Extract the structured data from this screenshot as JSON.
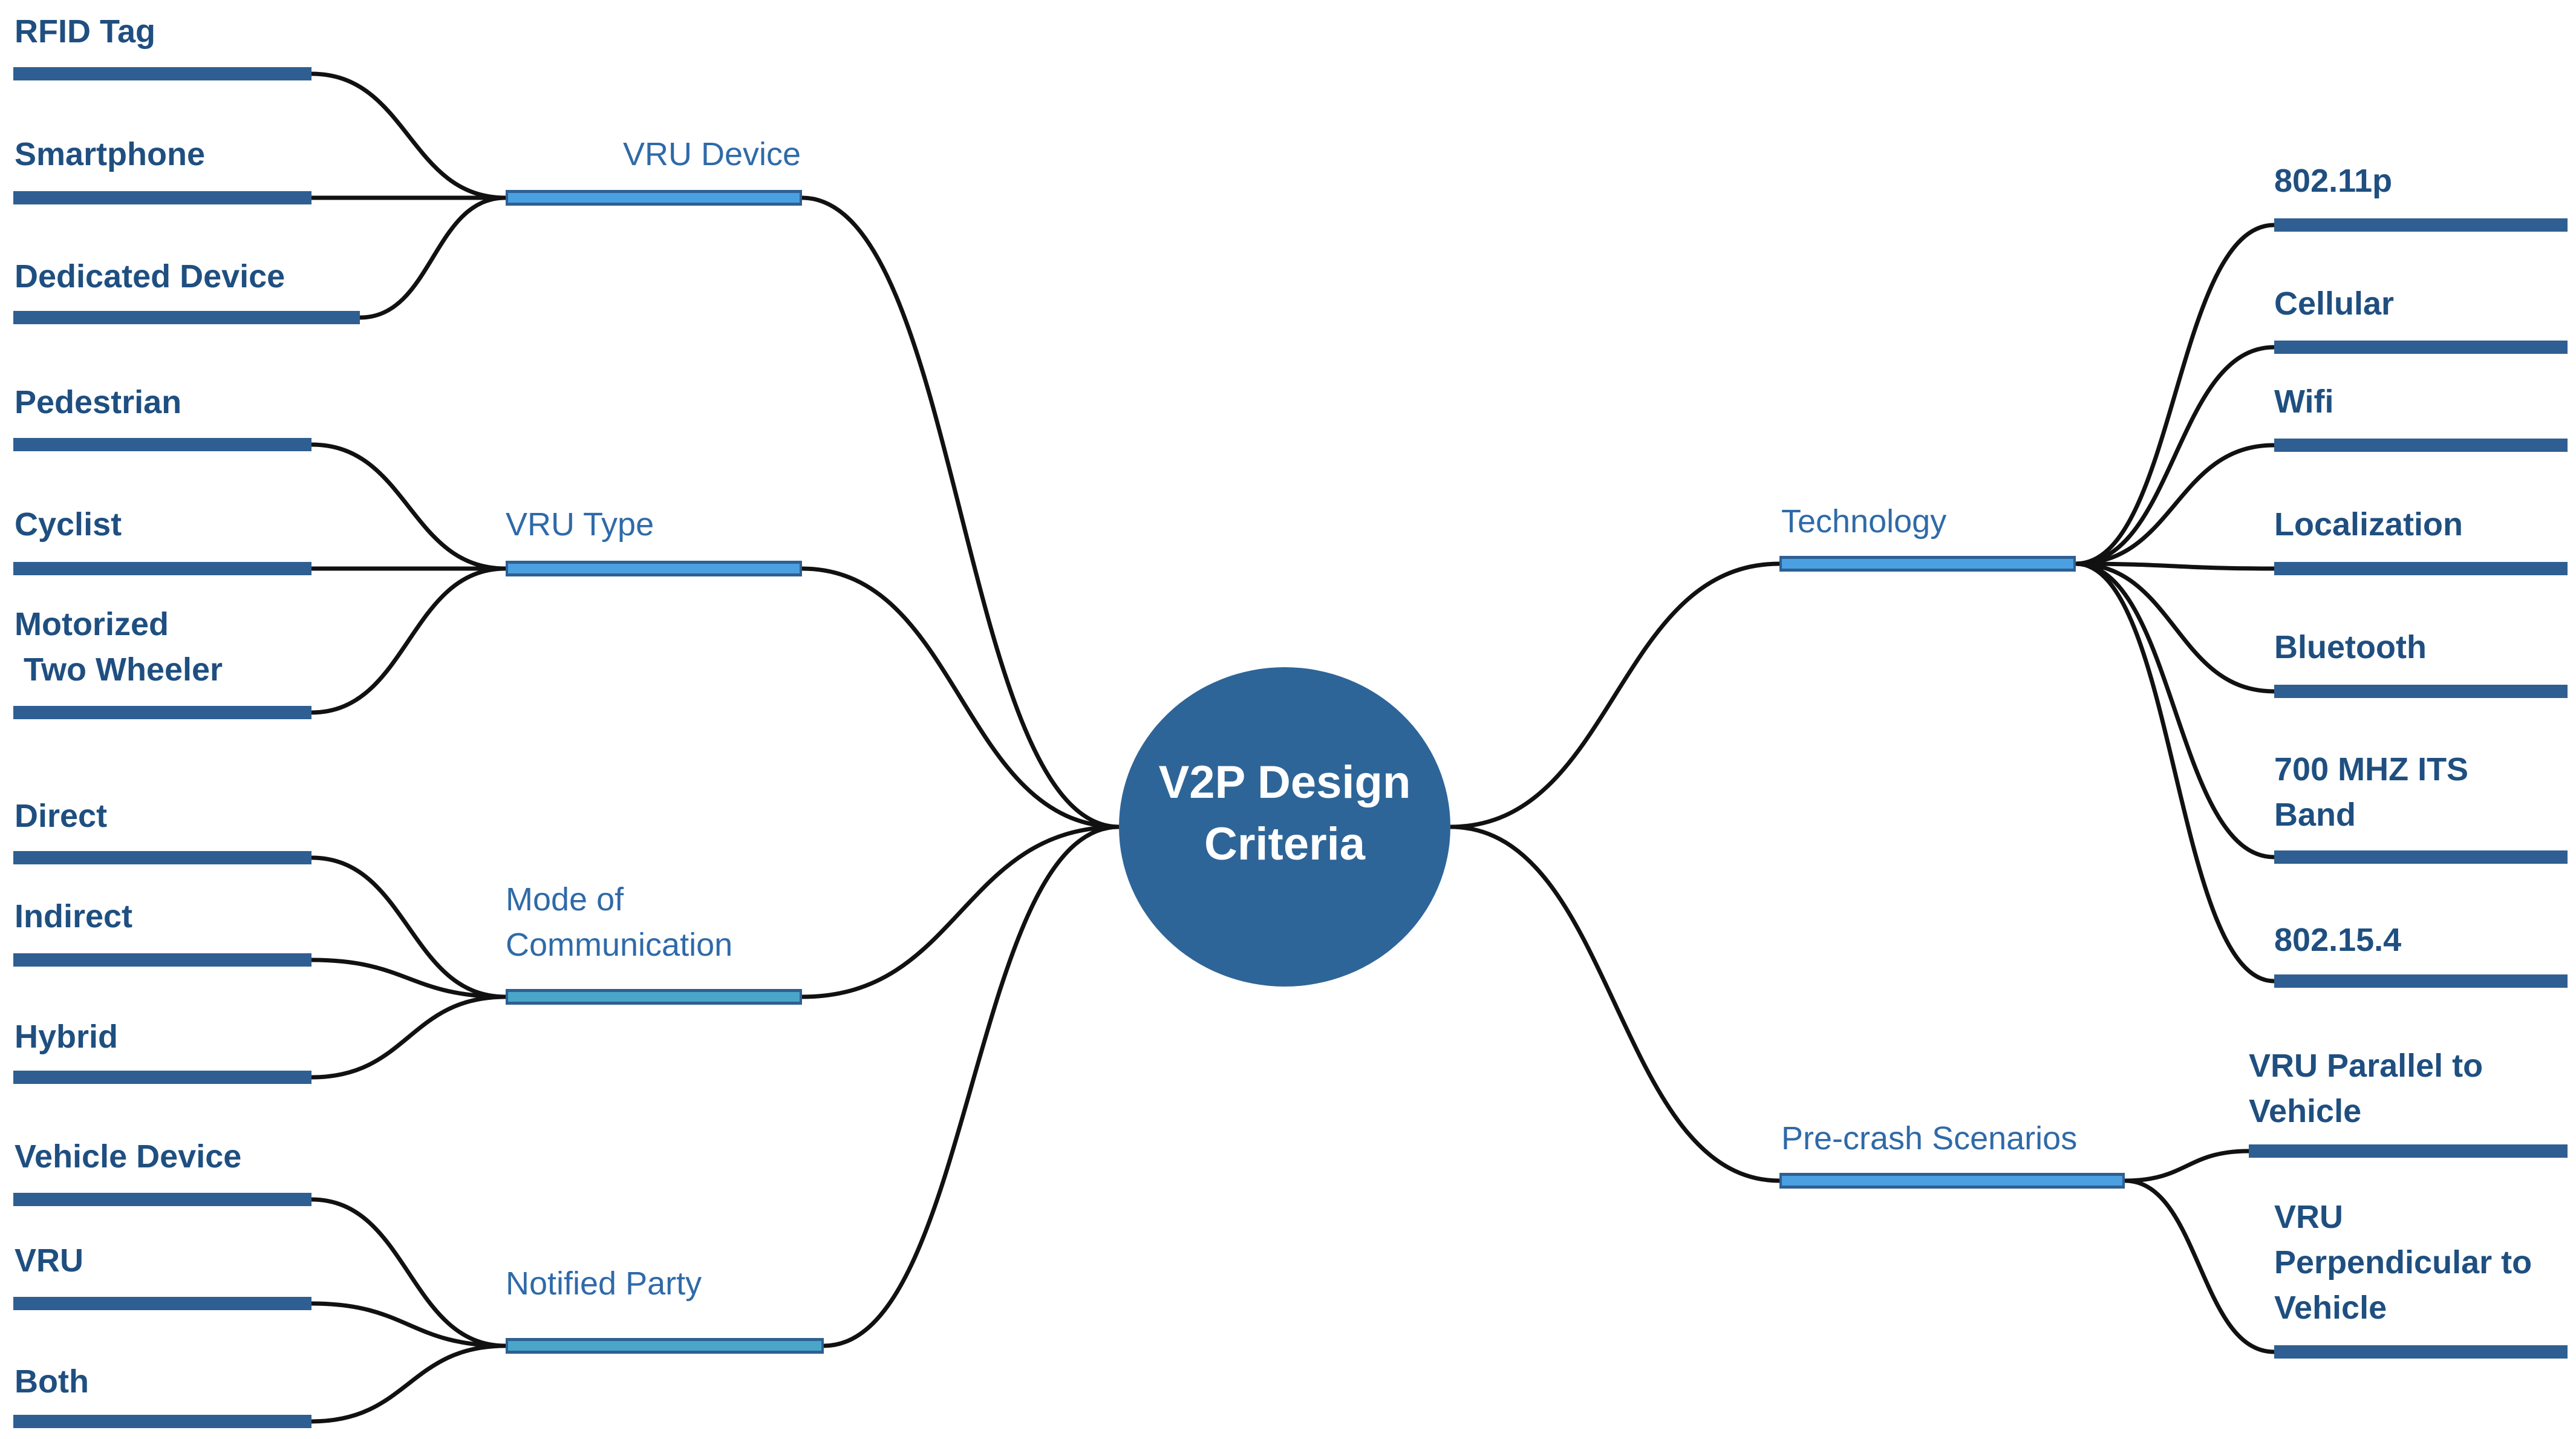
{
  "center": {
    "label": "V2P Design\nCriteria"
  },
  "colors": {
    "node_fill": "#2e6598",
    "leaf_bar": "#2f5f92",
    "branch_bar": "#4aa0e0",
    "branch_bar_alt": "#4aa6c8",
    "text": "#1f4f80",
    "connector": "#111111"
  },
  "branches": [
    {
      "label": "VRU Device",
      "children": [
        "RFID Tag",
        "Smartphone",
        "Dedicated Device"
      ]
    },
    {
      "label": "VRU Type",
      "children": [
        "Pedestrian",
        "Cyclist",
        "Motorized\n Two Wheeler"
      ]
    },
    {
      "label": "Mode of\nCommunication",
      "children": [
        "Direct",
        "Indirect",
        "Hybrid"
      ]
    },
    {
      "label": "Notified Party",
      "children": [
        "Vehicle Device",
        "VRU",
        "Both"
      ]
    },
    {
      "label": "Technology",
      "children": [
        "802.11p",
        "Cellular",
        "Wifi",
        "Localization",
        "Bluetooth",
        "700 MHZ ITS\nBand",
        "802.15.4"
      ]
    },
    {
      "label": "Pre-crash Scenarios",
      "children": [
        "VRU Parallel to\nVehicle",
        "VRU\nPerpendicular to\nVehicle"
      ]
    }
  ]
}
